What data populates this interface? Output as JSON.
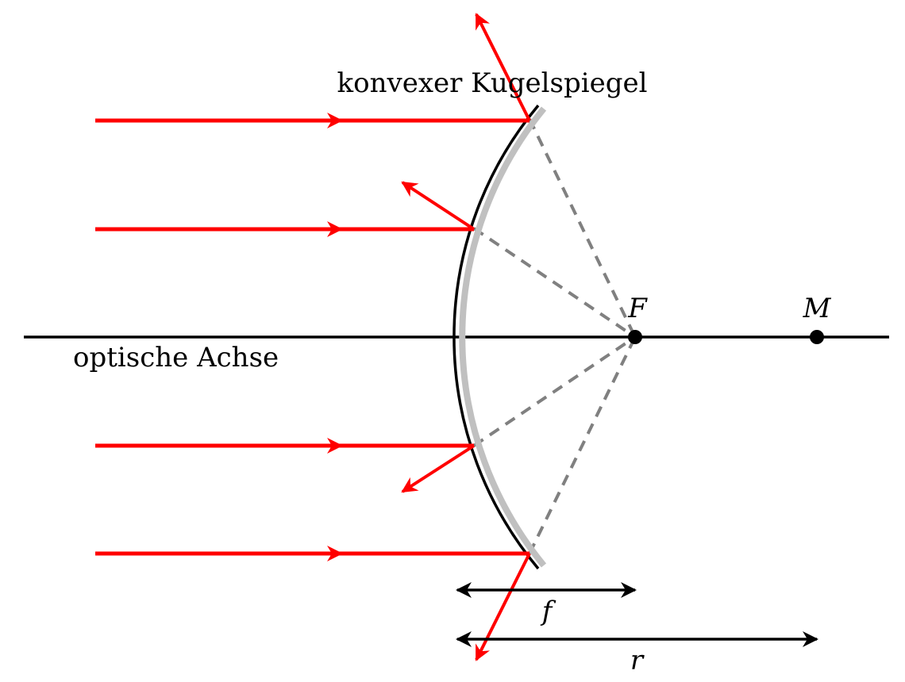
{
  "labels": {
    "mirror": "konvexer Kugelspiegel",
    "axis": "optische Achse",
    "focus": "F",
    "center": "M",
    "focal_length": "f",
    "radius": "r"
  },
  "colors": {
    "ray": "#ff0000",
    "construction": "#808080",
    "mirror_coating": "#c0c0c0",
    "line": "#000000"
  },
  "ray_count": 4
}
